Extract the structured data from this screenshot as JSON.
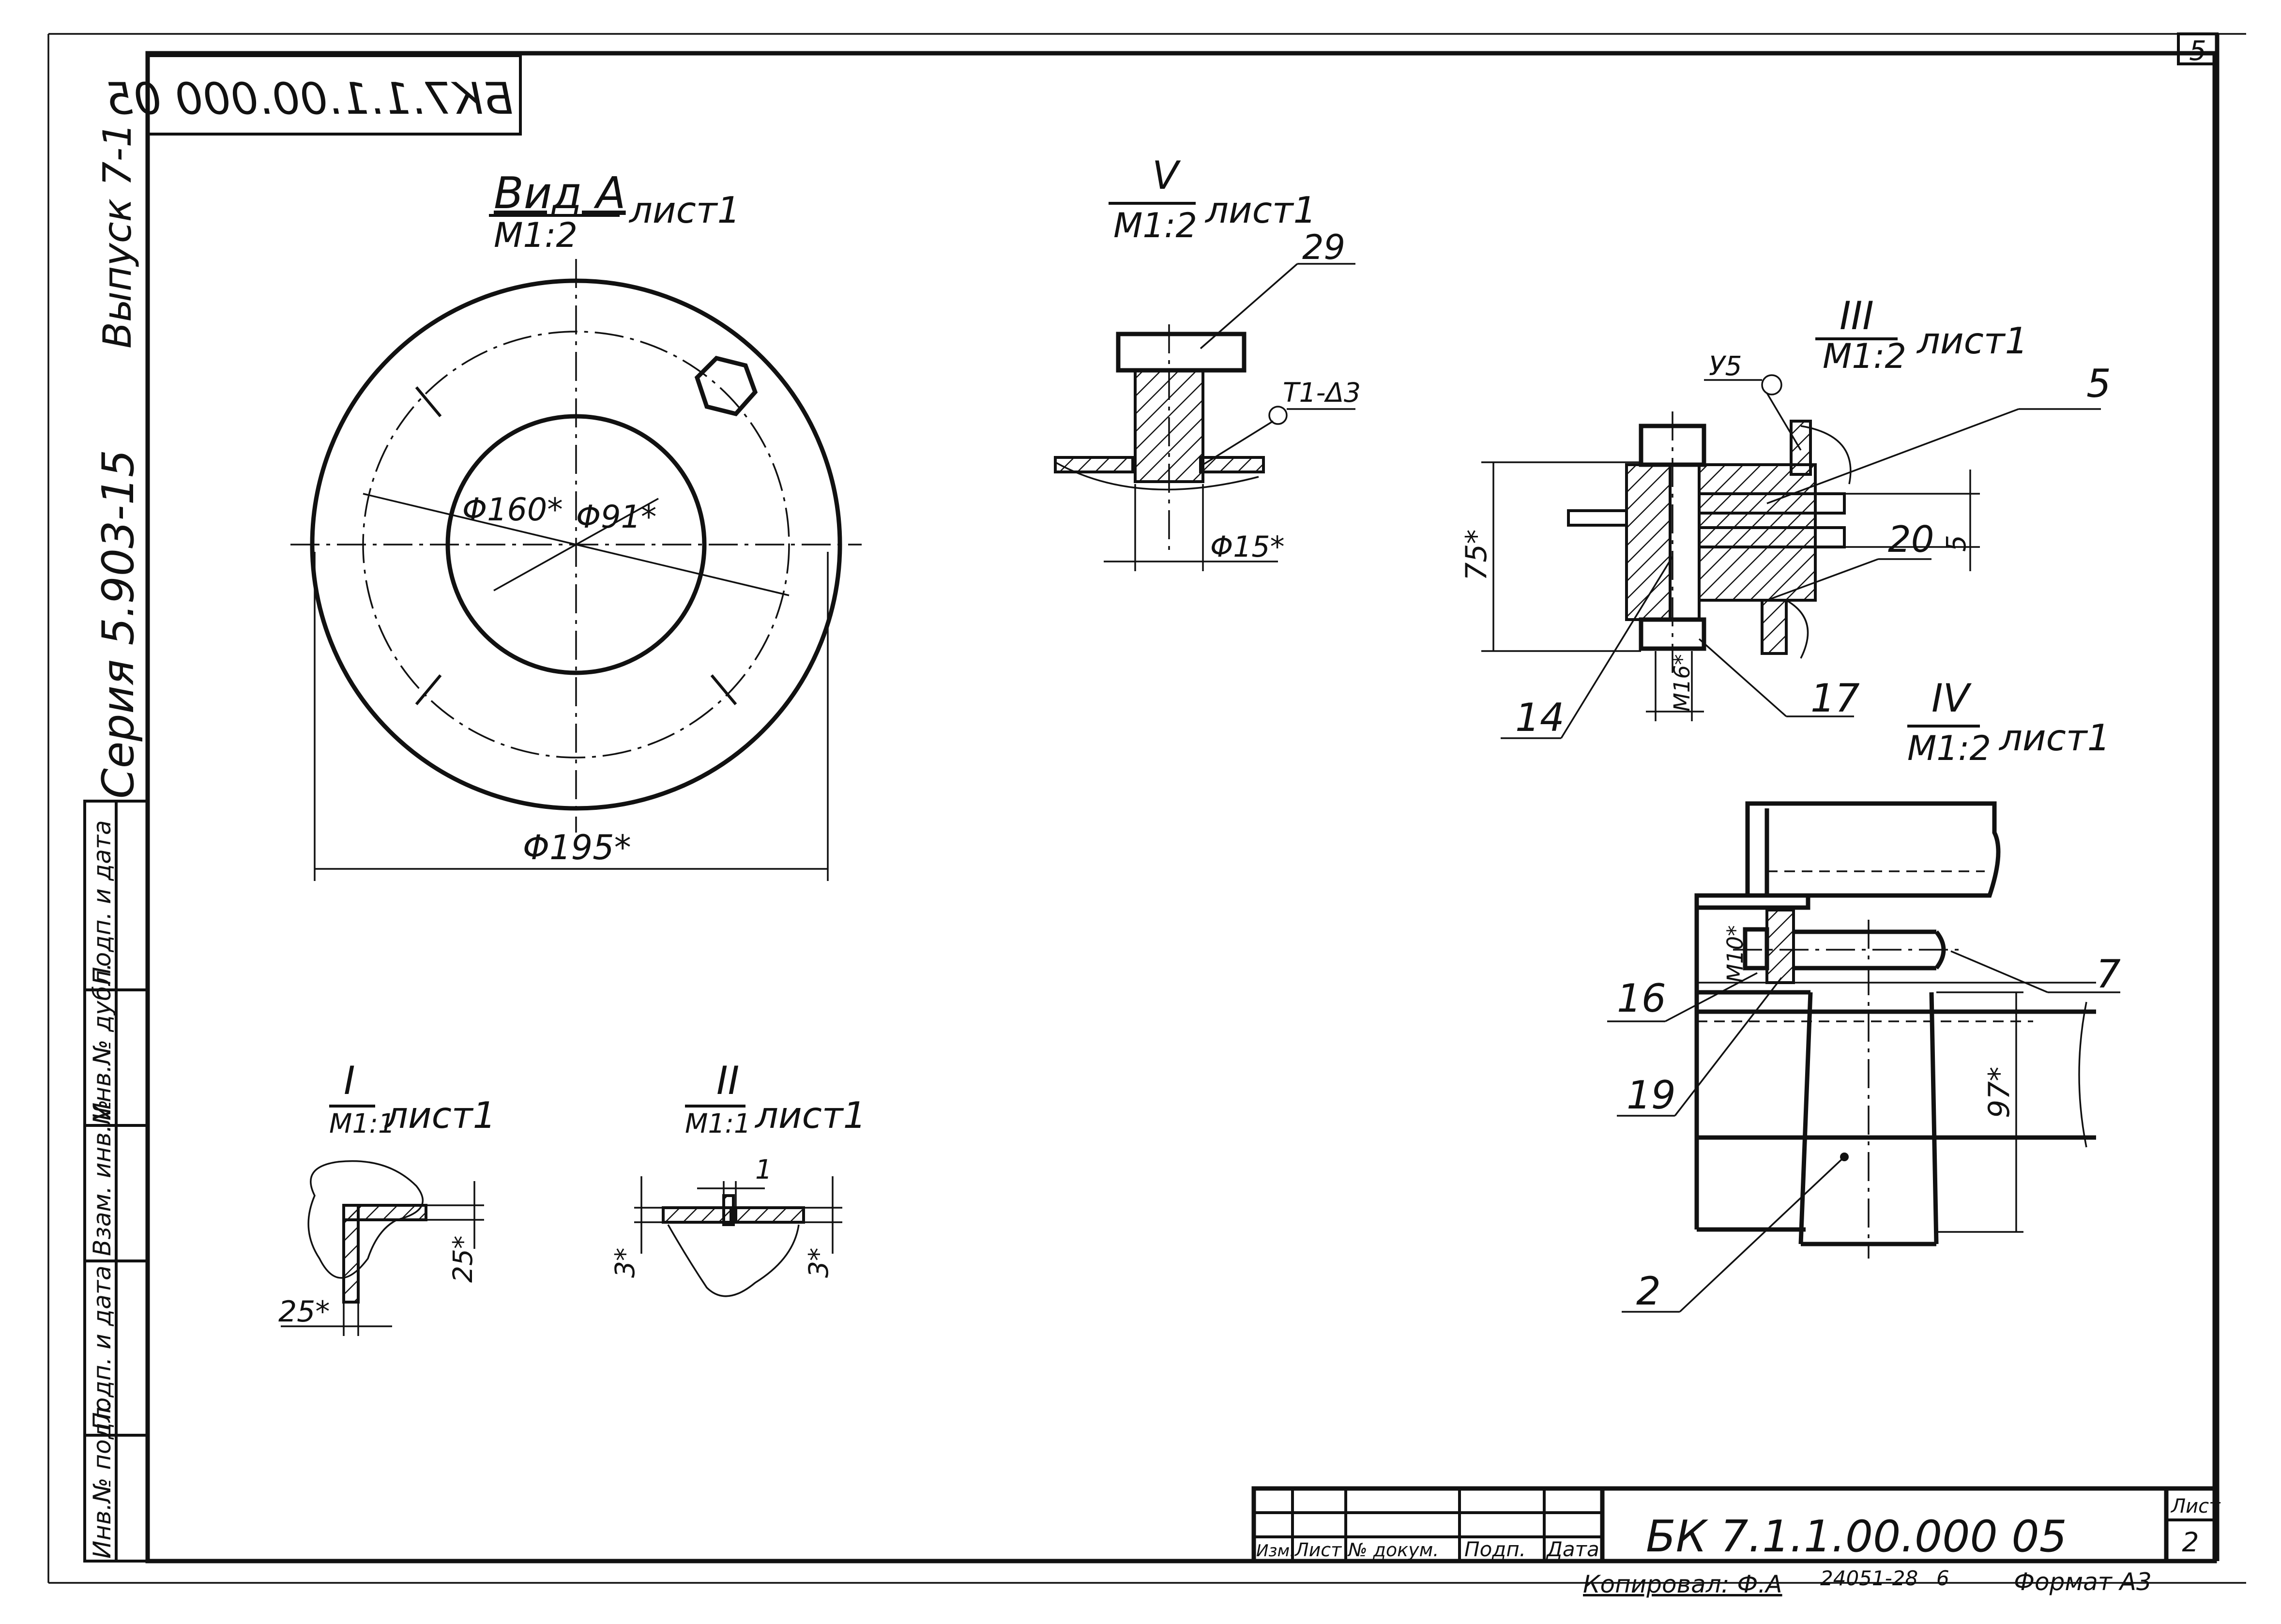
{
  "document": {
    "code_box_mirrored": "БК7.1.1.00.000 05",
    "sheet_corner_number": "5",
    "series_label": "Серия 5.903-15",
    "issue_label": "Выпуск 7-1"
  },
  "side_stamp": {
    "fields": [
      "Инв.№ подл.",
      "Подп. и дата",
      "Взам. инв.№",
      "Инв.№ дубл.",
      "Подп. и дата"
    ]
  },
  "views": {
    "view_a": {
      "title": "Вид А",
      "scale": "М1:2",
      "sheet_ref": "лист1",
      "dims": {
        "phi160": "Φ160*",
        "phi91": "Φ91*",
        "phi195": "Φ195*"
      }
    },
    "view_v": {
      "roman": "V",
      "scale": "М1:2",
      "sheet_ref": "лист1",
      "callout": "29",
      "weld": "Т1-Δ3",
      "dim": "Φ15*"
    },
    "view_iii": {
      "roman": "III",
      "scale": "М1:2",
      "sheet_ref": "лист1",
      "weld": "У5",
      "callouts": {
        "c5": "5",
        "c20": "20",
        "c14": "14",
        "c17": "17"
      },
      "dims": {
        "h75": "75*",
        "m16": "М16*",
        "s5": "5"
      }
    },
    "view_iv": {
      "roman": "IV",
      "scale": "М1:2",
      "sheet_ref": "лист1",
      "callouts": {
        "c7": "7",
        "c16": "16",
        "c19": "19",
        "c2": "2"
      },
      "dims": {
        "m10": "М10*",
        "h97": "97*"
      }
    },
    "view_i": {
      "roman": "I",
      "scale": "М1:1",
      "sheet_ref": "лист1",
      "dims": {
        "w25": "25*",
        "h25": "25*"
      }
    },
    "view_ii": {
      "roman": "II",
      "scale": "М1:1",
      "sheet_ref": "лист1",
      "dims": {
        "gap": "1",
        "left3": "3*",
        "right3": "3*"
      }
    }
  },
  "title_block": {
    "headers": [
      "Изм.",
      "Лист",
      "№ докум.",
      "Подп.",
      "Дата"
    ],
    "designation": "БК 7.1.1.00.000 05",
    "sheet_label": "Лист",
    "sheet_number": "2"
  },
  "footer": {
    "copied": "Копировал: Ф.А",
    "order": "24051-28",
    "num": "6",
    "format": "Формат А3"
  }
}
